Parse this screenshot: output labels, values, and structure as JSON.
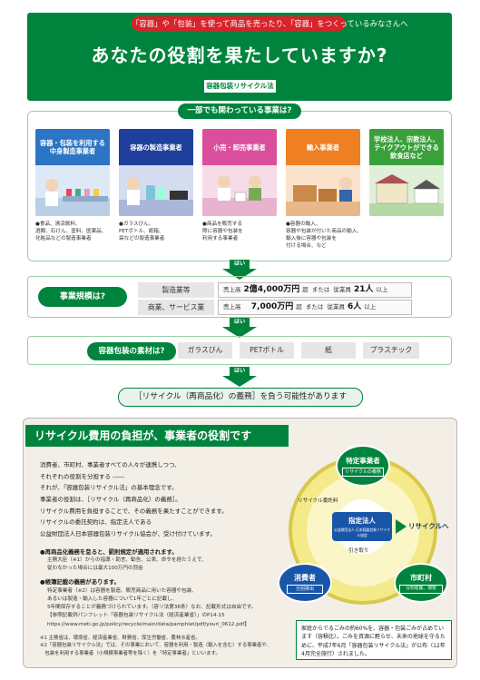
{
  "header": {
    "top_line": "「容器」や「包装」を使って商品を売ったり、「容器」をつくっているみなさんへ",
    "title": "あなたの役割を果たしていますか?",
    "law_tag": "容器包装リサイクル法"
  },
  "section1": {
    "pill": "一部でも関わっている事業は?",
    "businesses": [
      {
        "name": "容器・包装を利用する中身製造事業者",
        "color": "#2b75c4",
        "notes": [
          "●食品、清涼飲料、",
          "酒類、石けん、塗料、医薬品、",
          "化粧品などの製造事業者"
        ]
      },
      {
        "name": "容器の製造事業者",
        "color": "#1f3f9c",
        "notes": [
          "●ガラスびん、",
          "PETボトル、紙箱、",
          "袋などの製造事業者"
        ]
      },
      {
        "name": "小売・卸売事業者",
        "color": "#d94f9b",
        "notes": [
          "●商品を販売する",
          "際に容器や包装を",
          "利用する事業者"
        ]
      },
      {
        "name": "輸入事業者",
        "color": "#ee7f22",
        "notes": [
          "●容器の輸入、",
          "容器や包装が付いた商品の輸入、",
          "輸入後に容器や包装を",
          "付ける場合、など"
        ]
      },
      {
        "name": "学校法人、宗教法人、テイクアウトができる飲食店など",
        "color": "#3aa13a",
        "notes": []
      }
    ]
  },
  "arrows": {
    "yes": "はい"
  },
  "scale": {
    "label": "事業規模は?",
    "rows": [
      {
        "category": "製造業等",
        "sales_label": "売上高",
        "sales": "2億4,000万円",
        "over": "超",
        "or": "または",
        "staff_label": "従業員",
        "staff": "21人",
        "above": "以上"
      },
      {
        "category": "商業、サービス業",
        "sales_label": "売上高",
        "sales": "7,000万円",
        "over": "超",
        "or": "または",
        "staff_label": "従業員",
        "staff": "6人",
        "above": "以上"
      }
    ]
  },
  "material": {
    "label": "容器包装の素材は?",
    "items": [
      "ガラスびん",
      "PETボトル",
      "紙",
      "プラスチック"
    ]
  },
  "obligation": "［リサイクル（再商品化）の義務］を負う可能性があります",
  "section2": {
    "heading": "リサイクル費用の負担が、事業者の役割です",
    "body": [
      "消費者、市町村、事業者すべての人々が連携しつつ、",
      "それぞれの役割を分担する ――",
      "それが、「容器包装リサイクル法」の基本理念です。",
      "事業者の役割は、［リサイクル（再商品化）の義務］。",
      "リサイクル費用を負担することで、その義務を果たすことができます。",
      "リサイクルの委託契約は、指定法人である",
      "公益財団法人日本容器包装リサイクル協会が、受け付けています。"
    ],
    "bullet1": "●再商品化義務を怠ると、罰則規定が適用されます。",
    "bullet1_sub": [
      "主務大臣（※1）からの指導・助言、勧告、公表、命令を経たうえで、",
      "従わなかった場合には最大100万円の罰金"
    ],
    "bullet2": "●帳簿記載の義務があります。",
    "bullet2_sub": [
      "特定事業者（※2）は容器を製造、販売商品に用いた容器や包装、",
      "あるいは製造・輸入した容器について1年ごとに記載し、",
      "5年間保存することが義務づけられています。（容リ法第38条）なお、記載形式は自由です。",
      "【参照記載例パンフレット「容器包装リサイクル法（経済産業省）」のP14-15",
      "https://www.meti.go.jp/policy/recycle/main/data/pamphlet/pdf/youri_0612.pdf】"
    ],
    "notes": [
      "※1 主務省は、環境省、経済産業省、財務省、厚生労働省、農林水産省。",
      "※2「容器包装リサイクル法」では、その事業において、容器を利用・製造（輸入を含む）する事業者や、",
      "　包装を利用する事業者（小規模事業者等を除く）を「特定事業者」といいます。"
    ]
  },
  "diagram": {
    "specified_business": "特定事業者",
    "specified_business_role": "リサイクルの義務",
    "designated_corp": "指定法人",
    "designated_corp_sub": "公益財団法人 日本容器包装リサイクル協会",
    "consumer": "消費者",
    "consumer_role": "分別排出",
    "municipality": "市町村",
    "municipality_role": "分別収集、保管",
    "to_recycle": "リサイクルへ",
    "fee": "リサイクル委託料",
    "pickup": "引き取り",
    "note": "家庭からでるごみの約60%を、容器・包装ごみが占めています（容積比）。ごみを資源に甦らせ、未来の地球を守るために、平成7年6月「容器包装リサイクル法」が公布（12年4月完全施行）されました。"
  }
}
